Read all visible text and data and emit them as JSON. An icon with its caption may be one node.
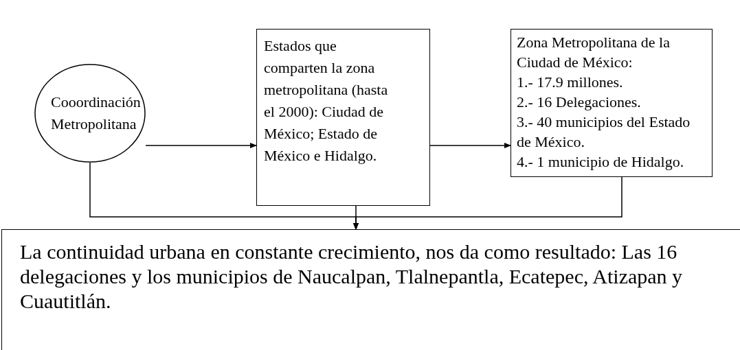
{
  "diagram": {
    "nodes": [
      {
        "text": [
          "Cooordinación Metropolitana"
        ]
      },
      {
        "text": [
          "Estados que comparten la zona metropolitana (hasta el 2000): Ciudad de México; Estado de México e Hidalgo."
        ]
      },
      {
        "text": [
          "Zona Metropolitana de la Ciudad de México:",
          "1.- 17.9 millones.",
          "2.- 16 Delegaciones.",
          "3.- 40 municipios del Estado de México.",
          "4.- 1 municipio de Hidalgo."
        ]
      },
      {
        "text": [
          "La continuidad urbana en constante crecimiento, nos da como resultado: Las 16 delegaciones y los municipios de Naucalpan, Tlalnepantla, Ecatepec, Atizapan y Cuautitlán."
        ]
      }
    ],
    "edges": [
      {
        "from": 0,
        "to": 1,
        "arrow": "to"
      },
      {
        "from": 1,
        "to": 2,
        "arrow": "to"
      },
      {
        "from": 1,
        "to": 3,
        "arrow": "to"
      },
      {
        "from": 0,
        "to": 3,
        "arrow": "to"
      },
      {
        "from": 2,
        "to": 3,
        "arrow": "to"
      }
    ]
  }
}
